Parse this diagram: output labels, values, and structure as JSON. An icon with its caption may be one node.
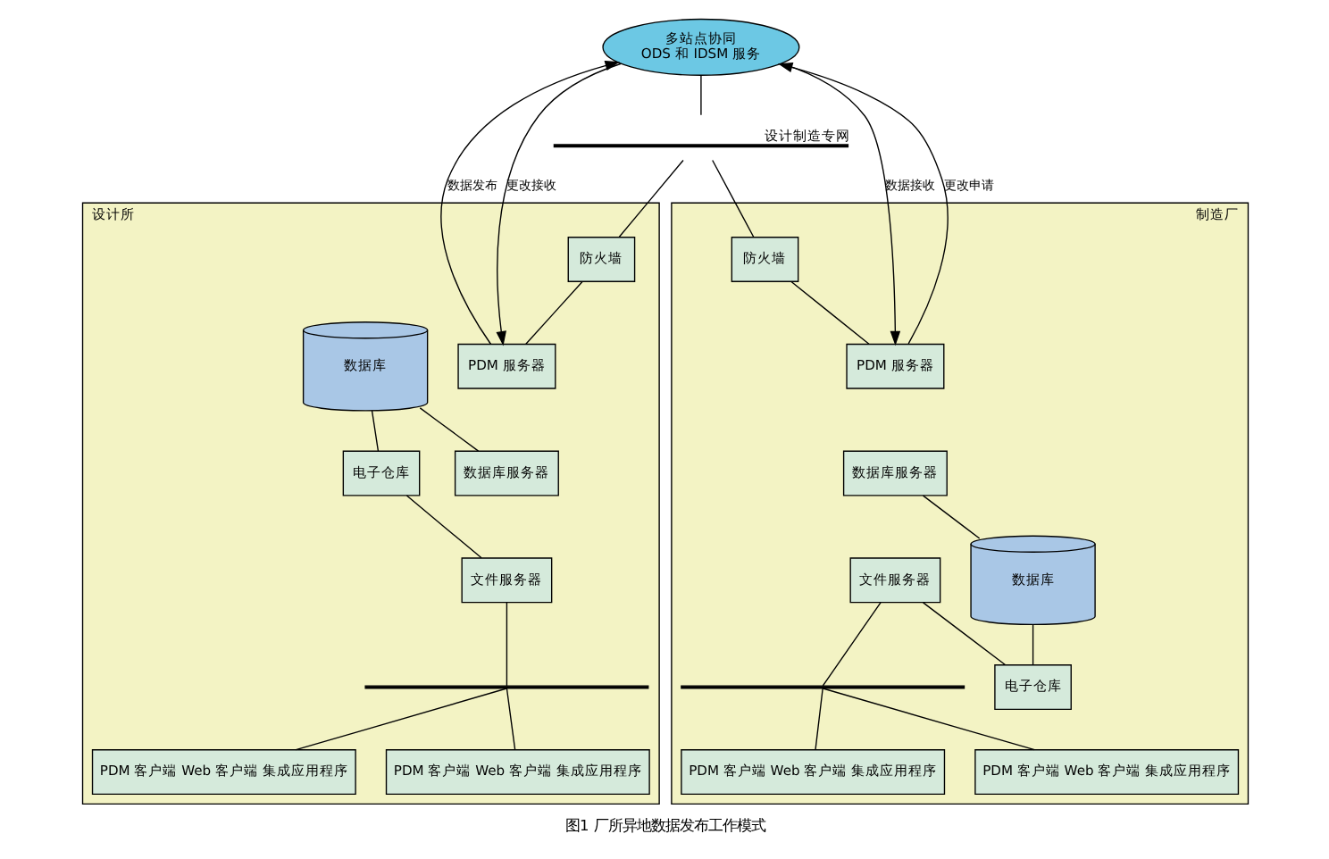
{
  "diagram": {
    "caption": "图1 厂所异地数据发布工作模式",
    "nodes": [
      {
        "text": [
          "多站点协同",
          "ODS 和 IDSM 服务"
        ]
      },
      {
        "text": [],
        "shape": "bar",
        "beside": [
          "设计制造专网"
        ]
      },
      {
        "text": [
          "设计所"
        ]
      },
      {
        "text": [
          "防火墙"
        ],
        "in": 2
      },
      {
        "text": [
          "PDM 服务器"
        ],
        "in": 2
      },
      {
        "text": [
          "数据库服务器"
        ],
        "in": 2
      },
      {
        "text": [
          "文件服务器"
        ],
        "in": 2
      },
      {
        "text": [
          "数据库"
        ],
        "in": 2
      },
      {
        "text": [
          "电子仓库"
        ],
        "in": 2
      },
      {
        "text": [],
        "shape": "bar",
        "in": 2
      },
      {
        "text": [
          "PDM 客户端 Web 客户端 集成应用程序"
        ],
        "in": 2
      },
      {
        "text": [
          "PDM 客户端 Web 客户端 集成应用程序"
        ],
        "in": 2
      },
      {
        "text": [
          "制造厂"
        ]
      },
      {
        "text": [
          "防火墙"
        ],
        "in": 12
      },
      {
        "text": [
          "PDM 服务器"
        ],
        "in": 12
      },
      {
        "text": [
          "数据库服务器"
        ],
        "in": 12
      },
      {
        "text": [
          "文件服务器"
        ],
        "in": 12
      },
      {
        "text": [
          "数据库"
        ],
        "in": 12
      },
      {
        "text": [
          "电子仓库"
        ],
        "in": 12
      },
      {
        "text": [],
        "shape": "bar",
        "in": 12
      },
      {
        "text": [
          "PDM 客户端 Web 客户端 集成应用程序"
        ],
        "in": 12
      },
      {
        "text": [
          "PDM 客户端 Web 客户端 集成应用程序"
        ],
        "in": 12
      }
    ],
    "edges": [
      {
        "from": 0,
        "to": 1,
        "arrow": "none"
      },
      {
        "from": 1,
        "to": 3,
        "arrow": "none"
      },
      {
        "from": 1,
        "to": 13,
        "arrow": "none"
      },
      {
        "from": 0,
        "to": 4,
        "arrow": "to",
        "label": "更改接收"
      },
      {
        "from": 4,
        "to": 0,
        "arrow": "to",
        "label": "数据发布"
      },
      {
        "from": 0,
        "to": 14,
        "arrow": "to",
        "label": "数据接收"
      },
      {
        "from": 14,
        "to": 0,
        "arrow": "to",
        "label": "更改申请"
      },
      {
        "from": 3,
        "to": 4,
        "arrow": "none"
      },
      {
        "from": 7,
        "to": 5,
        "arrow": "none"
      },
      {
        "from": 7,
        "to": 8,
        "arrow": "none"
      },
      {
        "from": 8,
        "to": 6,
        "arrow": "none"
      },
      {
        "from": 6,
        "to": 9,
        "arrow": "none"
      },
      {
        "from": 9,
        "to": 10,
        "arrow": "none"
      },
      {
        "from": 9,
        "to": 11,
        "arrow": "none"
      },
      {
        "from": 13,
        "to": 14,
        "arrow": "none"
      },
      {
        "from": 15,
        "to": 17,
        "arrow": "none"
      },
      {
        "from": 17,
        "to": 18,
        "arrow": "none"
      },
      {
        "from": 16,
        "to": 18,
        "arrow": "none"
      },
      {
        "from": 16,
        "to": 19,
        "arrow": "none"
      },
      {
        "from": 19,
        "to": 20,
        "arrow": "none"
      },
      {
        "from": 19,
        "to": 21,
        "arrow": "none"
      }
    ]
  }
}
